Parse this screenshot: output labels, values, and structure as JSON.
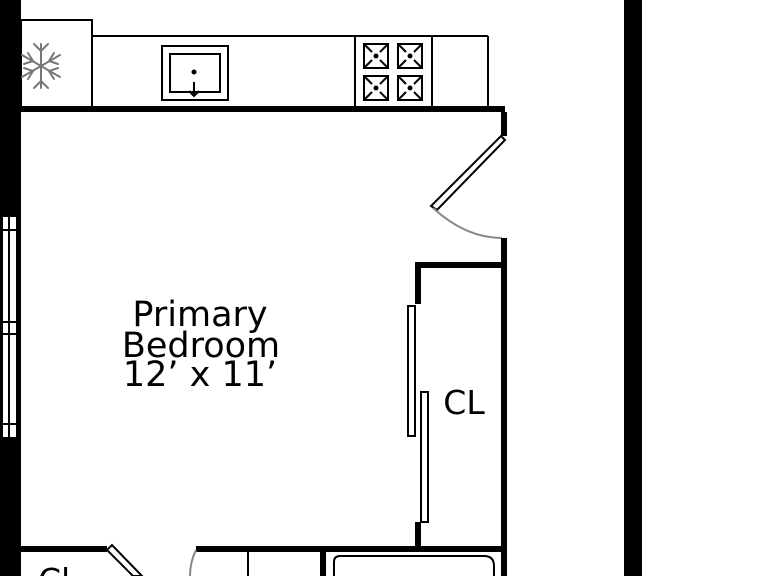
{
  "rooms": {
    "primary_bedroom": {
      "name_line1": "Primary",
      "name_line2": "Bedroom",
      "dimensions": "12’ x 11’"
    },
    "closet": {
      "label": "CL"
    },
    "partial_label": "Cl"
  },
  "fixtures": [
    "refrigerator",
    "sink",
    "stove"
  ],
  "colors": {
    "wall": "#000000",
    "background": "#ffffff",
    "door_swing": "#888888"
  }
}
